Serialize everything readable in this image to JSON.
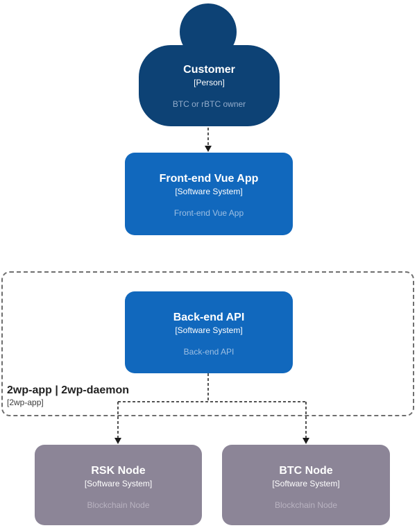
{
  "diagram_kind": "c4-system-context",
  "nodes": {
    "customer": {
      "title": "Customer",
      "type": "[Person]",
      "description": "BTC or rBTC owner"
    },
    "frontend": {
      "title": "Front-end Vue App",
      "type": "[Software System]",
      "description": "Front-end Vue App"
    },
    "backend": {
      "title": "Back-end API",
      "type": "[Software System]",
      "description": "Back-end API"
    },
    "rsk_node": {
      "title": "RSK Node",
      "type": "[Software System]",
      "description": "Blockchain Node"
    },
    "btc_node": {
      "title": "BTC Node",
      "type": "[Software System]",
      "description": "Blockchain Node"
    }
  },
  "boundary": {
    "title": "2wp-app | 2wp-daemon",
    "subtitle": "[2wp-app]"
  },
  "colors": {
    "person_fill": "#0d4275",
    "software_system_fill": "#1168bd",
    "node_gray_fill": "#8c8597",
    "description_on_blue": "#9dbfe3",
    "description_on_gray": "#b9b3c1",
    "boundary_border": "#6e6e6e",
    "connector": "#1a1a1a",
    "background": "#ffffff"
  }
}
